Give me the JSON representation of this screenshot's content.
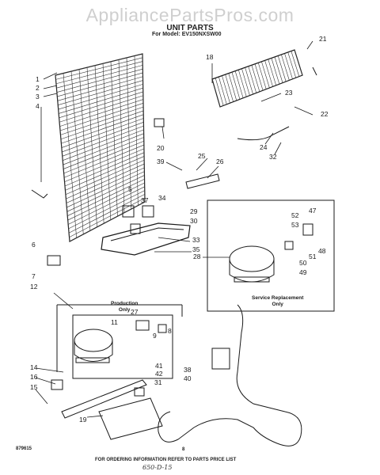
{
  "header": {
    "watermark": "AppliancePartsPros.com",
    "title": "UNIT PARTS",
    "model": "For Model: EV150NXSW00"
  },
  "notes": {
    "production_only": "Production\nOnly",
    "service_replacement": "Service Replacement\nOnly"
  },
  "footer": {
    "ordering_info": "FOR ORDERING INFORMATION REFER TO PARTS PRICE LIST",
    "doc_number": "879615",
    "page_number": "8",
    "handwritten_note": "650-D-15"
  },
  "callouts": [
    "1",
    "2",
    "3",
    "4",
    "5",
    "6",
    "7",
    "8",
    "9",
    "11",
    "12",
    "14",
    "15",
    "16",
    "18",
    "19",
    "20",
    "21",
    "22",
    "23",
    "24",
    "25",
    "26",
    "27",
    "28",
    "29",
    "30",
    "31",
    "32",
    "33",
    "34",
    "35",
    "37",
    "38",
    "39",
    "40",
    "41",
    "42",
    "47",
    "48",
    "49",
    "50",
    "51",
    "52",
    "53"
  ]
}
